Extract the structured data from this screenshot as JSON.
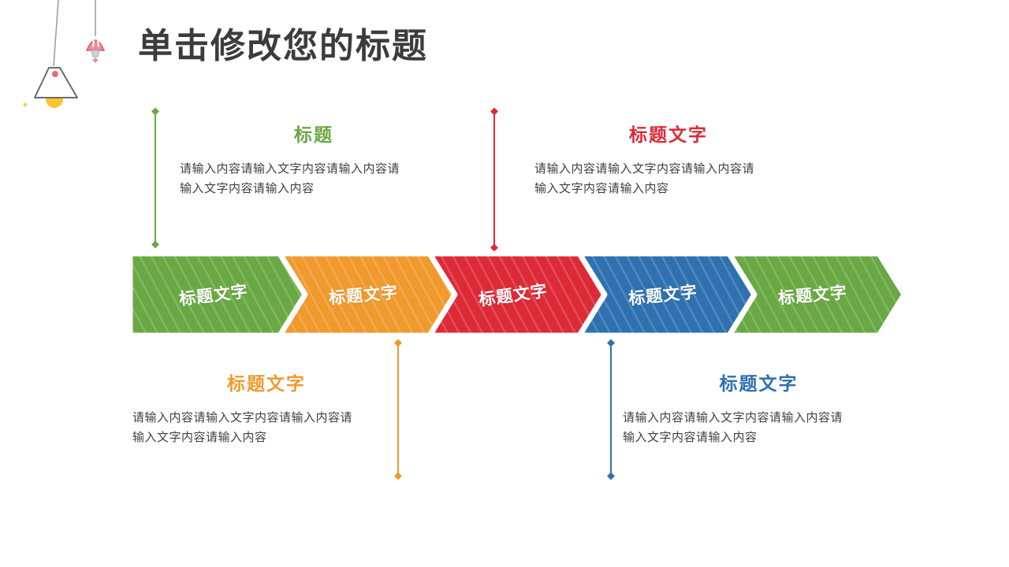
{
  "slide": {
    "title": "单击修改您的标题"
  },
  "chevrons": [
    {
      "label": "标题文字",
      "color": "#69a843"
    },
    {
      "label": "标题文字",
      "color": "#f0992d"
    },
    {
      "label": "标题文字",
      "color": "#dc2a36"
    },
    {
      "label": "标题文字",
      "color": "#2e70b0"
    },
    {
      "label": "标题文字",
      "color": "#69a843"
    }
  ],
  "callouts": {
    "top_left": {
      "heading": "标题",
      "color": "#69a843",
      "body": [
        "请输入内容请输入文字内容请输入内容请",
        "输入文字内容请输入内容"
      ]
    },
    "top_right": {
      "heading": "标题文字",
      "color": "#dc2a36",
      "body": [
        "请输入内容请输入文字内容请输入内容请",
        "输入文字内容请输入内容"
      ]
    },
    "bottom_left": {
      "heading": "标题文字",
      "color": "#f0992d",
      "body": [
        "请输入内容请输入文字内容请输入内容请",
        "输入文字内容请输入内容"
      ]
    },
    "bottom_right": {
      "heading": "标题文字",
      "color": "#2e70b0",
      "body": [
        "请输入内容请输入文字内容请输入内容请",
        "输入文字内容请输入内容"
      ]
    }
  },
  "colors": {
    "green": "#69a843",
    "orange": "#f0992d",
    "red": "#dc2a36",
    "blue": "#2e70b0",
    "title_text": "#3c3c3c",
    "body_text": "#404040"
  }
}
